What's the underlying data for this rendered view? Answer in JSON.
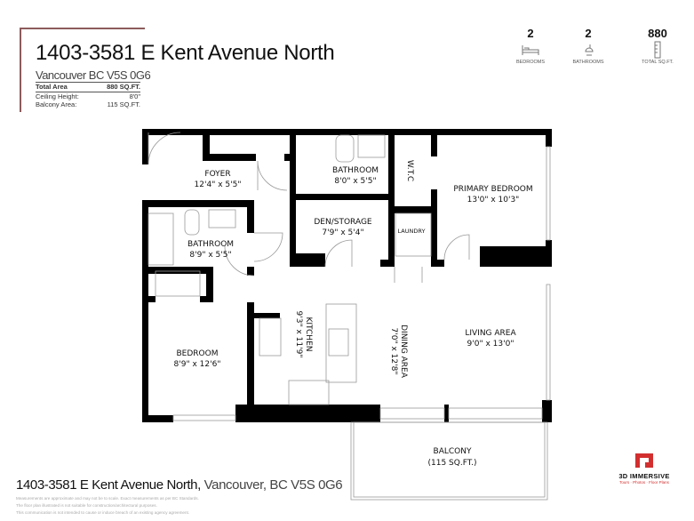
{
  "header": {
    "title": "1403-3581 E Kent Avenue North",
    "subtitle": "Vancouver BC V5S 0G6",
    "specs": [
      {
        "label": "Total Area",
        "value": "880 SQ.FT."
      },
      {
        "label": "Ceiling Height:",
        "value": "8'0\""
      },
      {
        "label": "Balcony Area:",
        "value": "115 SQ.FT."
      }
    ]
  },
  "stats": [
    {
      "value": "2",
      "label": "BEDROOMS",
      "icon": "bed-icon"
    },
    {
      "value": "2",
      "label": "BATHROOMS",
      "icon": "shower-icon"
    },
    {
      "value": "880",
      "label": "TOTAL SQ.FT.",
      "icon": "ruler-icon"
    }
  ],
  "rooms": {
    "foyer": {
      "name": "FOYER",
      "dims": "12'4\" x 5'5\""
    },
    "bathroom_main": {
      "name": "BATHROOM",
      "dims": "8'0\" x 5'5\""
    },
    "wtc": {
      "name": "W.T.C"
    },
    "primary_bedroom": {
      "name": "PRIMARY BEDROOM",
      "dims": "13'0\" x 10'3\""
    },
    "den": {
      "name": "DEN/STORAGE",
      "dims": "7'9\" x 5'4\""
    },
    "laundry": {
      "name": "LAUNDRY"
    },
    "bathroom_second": {
      "name": "BATHROOM",
      "dims": "8'9\" x 5'5\""
    },
    "bedroom": {
      "name": "BEDROOM",
      "dims": "8'9\" x 12'6\""
    },
    "kitchen": {
      "name": "KITCHEN",
      "dims": "9'3\" x 11'9\""
    },
    "dining": {
      "name": "DINING AREA",
      "dims": "7'0\" x 12'8\""
    },
    "living": {
      "name": "LIVING AREA",
      "dims": "9'0\" x 13'0\""
    },
    "balcony": {
      "name": "BALCONY",
      "dims": "(115 SQ.FT.)"
    }
  },
  "footer": {
    "address_bold": "1403-3581 E Kent Avenue North,",
    "address_light": "Vancouver, BC V5S 0G6",
    "disclaimer": [
      "Measurements are approximate and may not be to scale. Exact measurements as per BC Standards.",
      "The floor plan illustrated is not suitable for construction/architectural purposes.",
      "This communication is not intended to cause or induce breach of an existing agency agreement."
    ]
  },
  "logo": {
    "name": "3D IMMERSIVE",
    "tagline": "Tours · Photos · Floor Plans",
    "brand_color": "#d32f2f"
  }
}
